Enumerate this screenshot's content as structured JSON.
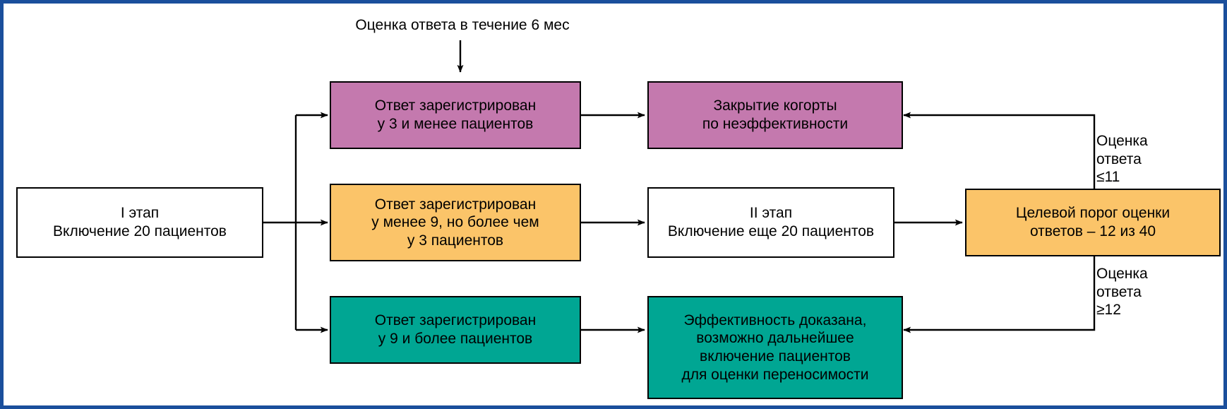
{
  "figure": {
    "type": "flowchart",
    "title_note": "Оценка ответа в течение 6 мес",
    "border_color": "#1b4f9c",
    "colors": {
      "purple": "#C479AE",
      "orange": "#FBC469",
      "teal": "#00A693",
      "white": "#FFFFFF",
      "line": "#000000"
    }
  },
  "nodes": {
    "stage1": {
      "label": "I этап\nВключение 20 пациентов",
      "fill": "white"
    },
    "resp_low": {
      "label": "Ответ зарегистрирован\nу 3 и менее пациентов",
      "fill": "purple"
    },
    "cohort_closed": {
      "label": "Закрытие когорты\nпо неэффективности",
      "fill": "purple"
    },
    "resp_mid": {
      "label": "Ответ зарегистрирован\nу менее 9, но более чем\nу 3 пациентов",
      "fill": "orange"
    },
    "stage2": {
      "label": "II этап\nВключение еще 20 пациентов",
      "fill": "white"
    },
    "target_threshold": {
      "label": "Целевой порог оценки\nответов – 12 из 40",
      "fill": "orange"
    },
    "resp_high": {
      "label": "Ответ зарегистрирован\nу 9 и более пациентов",
      "fill": "teal"
    },
    "efficacy_proven": {
      "label": "Эффективность доказана,\nвозможно дальнейшее\nвключение пациентов\nдля оценки переносимости",
      "fill": "teal"
    }
  },
  "edge_labels": {
    "eval_le11": "Оценка\nответа\n≤11",
    "eval_ge12": "Оценка\nответа\n≥12"
  }
}
